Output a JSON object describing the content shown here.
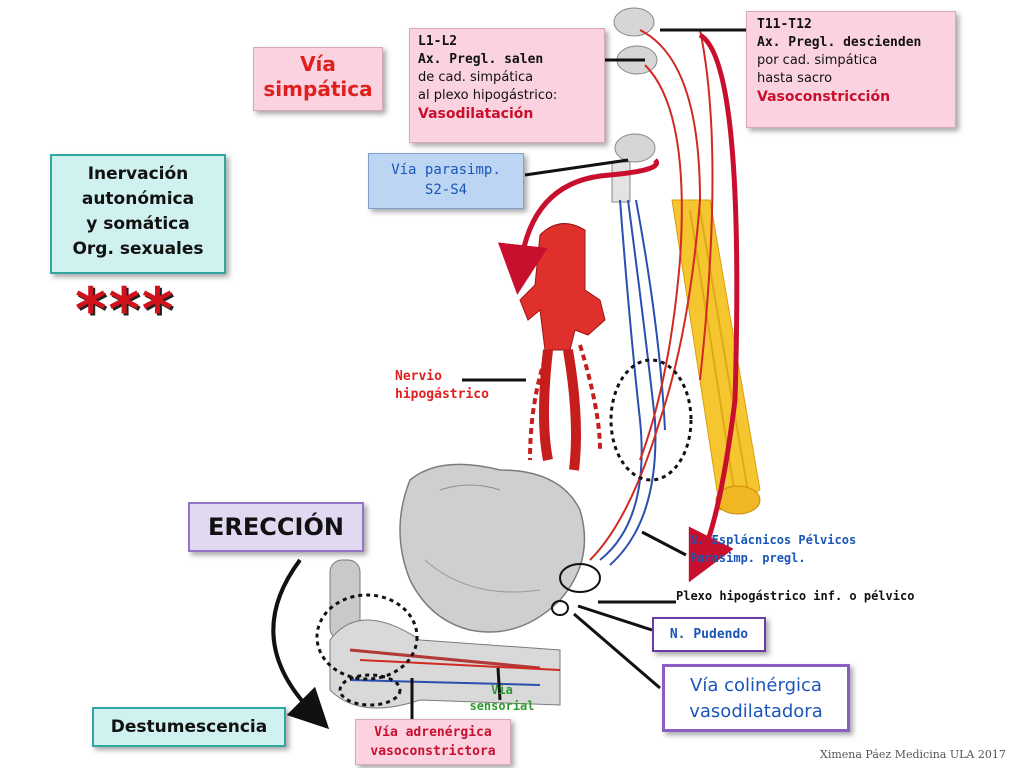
{
  "slide": {
    "simpatica_title": [
      "Vía",
      "simpática"
    ],
    "inervacion_title": [
      "Inervación",
      "autonómica",
      "y somática",
      "Org. sexuales"
    ],
    "stars": "***",
    "l1l2": {
      "line1": "L1-L2",
      "line2": "Ax. Pregl. salen",
      "line3": "de cad. simpática",
      "line4": "al plexo hipogástrico:",
      "effect": "Vasodilatación"
    },
    "t11t12": {
      "line1": "T11-T12",
      "line2": "Ax. Pregl. descienden",
      "line3": "por cad. simpática",
      "line4": "hasta sacro",
      "effect": "Vasoconstricción"
    },
    "parasimp": {
      "line1": "Vía parasimp.",
      "line2": "S2-S4"
    },
    "nervio_hipogastrico": [
      "Nervio",
      "hipogástrico"
    ],
    "ereccion": "ERECCIÓN",
    "destumescencia": "Destumescencia",
    "esplacnicos": [
      "N. Esplácnicos Pélvicos",
      "Parasimp. pregl."
    ],
    "plexo": "Plexo hipogástrico inf. o pélvico",
    "pudendo": "N. Pudendo",
    "colinergica": [
      "Vía colinérgica",
      "vasodilatadora"
    ],
    "sensorial": [
      "Vía",
      "sensorial"
    ],
    "adrenergica": [
      "Vía adrenérgica",
      "vasoconstrictora"
    ],
    "footer": "Ximena Páez Medicina ULA 2017"
  },
  "colors": {
    "red_text": "#e0201f",
    "effect_red": "#c8102e",
    "blue_text": "#1a56b8",
    "pink_box": "#fbd3e0",
    "blue_box": "#bcd5f3",
    "teal_box": "#cff1ef",
    "purple_border": "#8a5ec2",
    "artery": "#d9262a",
    "nerve_yellow": "#f6c630",
    "nerve_blue": "#2b4fb0"
  }
}
